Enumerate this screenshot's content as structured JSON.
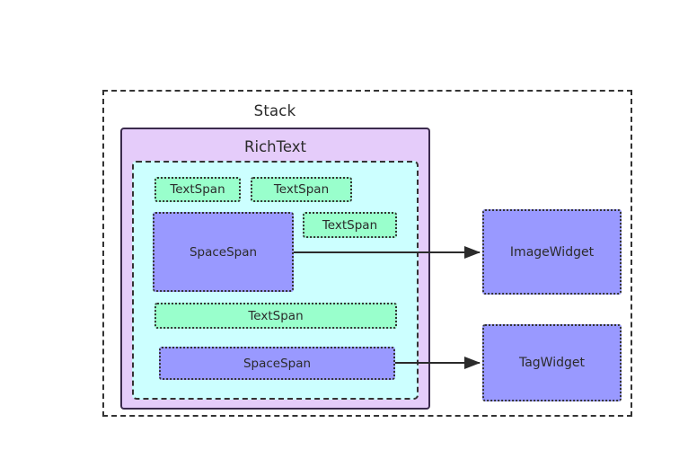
{
  "diagram": {
    "title": "Stack",
    "type": "widget-tree",
    "containers": [
      {
        "name": "Stack",
        "label": "Stack",
        "style": "dashed",
        "fill": "none",
        "border_color": "#333333"
      },
      {
        "name": "RichText",
        "label": "RichText",
        "style": "solid",
        "fill": "#E5CCFA",
        "border_color": "#3B2A4D"
      },
      {
        "name": "InlineSpanGroup",
        "label": "",
        "style": "dashed",
        "fill": "#CCFFFF",
        "border_color": "#333333"
      }
    ],
    "spans": [
      {
        "id": "ts1",
        "label": "TextSpan",
        "kind": "TextSpan",
        "fill": "#99FFCC",
        "row": 1,
        "col": 1
      },
      {
        "id": "ts2",
        "label": "TextSpan",
        "kind": "TextSpan",
        "fill": "#99FFCC",
        "row": 1,
        "col": 2
      },
      {
        "id": "ss1",
        "label": "SpaceSpan",
        "kind": "SpaceSpan",
        "fill": "#9999FF",
        "row": 2,
        "col": 1
      },
      {
        "id": "ts3",
        "label": "TextSpan",
        "kind": "TextSpan",
        "fill": "#99FFCC",
        "row": 2,
        "col": 2
      },
      {
        "id": "ts4",
        "label": "TextSpan",
        "kind": "TextSpan",
        "fill": "#99FFCC",
        "row": 3,
        "col": 1
      },
      {
        "id": "ss2",
        "label": "SpaceSpan",
        "kind": "SpaceSpan",
        "fill": "#9999FF",
        "row": 4,
        "col": 1
      }
    ],
    "widgets": [
      {
        "id": "image-widget",
        "label": "ImageWidget",
        "fill": "#9999FF"
      },
      {
        "id": "tag-widget",
        "label": "TagWidget",
        "fill": "#9999FF"
      }
    ],
    "arrows": [
      {
        "from": "ss1",
        "to": "image-widget"
      },
      {
        "from": "ss2",
        "to": "tag-widget"
      }
    ],
    "colors": {
      "background": "#FFFFFF",
      "text": "#2B2B2B",
      "stroke": "#333333",
      "textspan_fill": "#99FFCC",
      "spacespan_fill": "#9999FF",
      "richtext_fill": "#E5CCFA",
      "inner_fill": "#CCFFFF"
    }
  }
}
